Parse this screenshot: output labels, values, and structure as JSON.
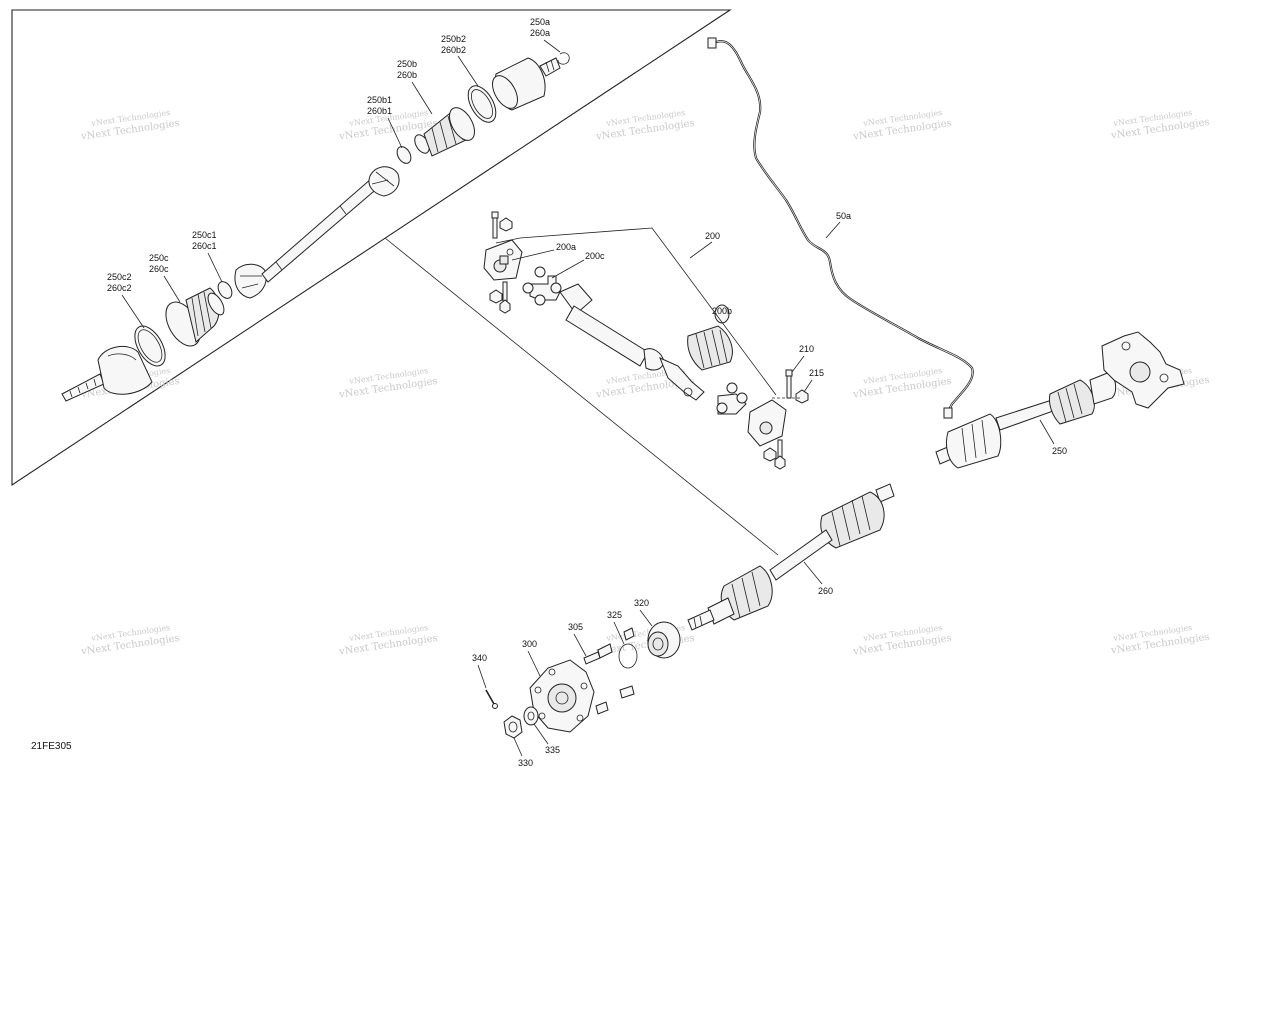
{
  "diagram_code": "21FE305",
  "watermark_text": "vNext Technologies",
  "callouts": {
    "c250a": [
      "250a",
      "260a"
    ],
    "c250b2": [
      "250b2",
      "260b2"
    ],
    "c250b": [
      "250b",
      "260b"
    ],
    "c250b1": [
      "250b1",
      "260b1"
    ],
    "c250c1": [
      "250c1",
      "260c1"
    ],
    "c250c": [
      "250c",
      "260c"
    ],
    "c250c2": [
      "250c2",
      "260c2"
    ],
    "c200": "200",
    "c200a": "200a",
    "c200c": "200c",
    "c200b": "200b",
    "c210": "210",
    "c215": "215",
    "c50a": "50a",
    "c250": "250",
    "c260": "260",
    "c320": "320",
    "c325": "325",
    "c305": "305",
    "c300": "300",
    "c340": "340",
    "c335": "335",
    "c330": "330"
  }
}
